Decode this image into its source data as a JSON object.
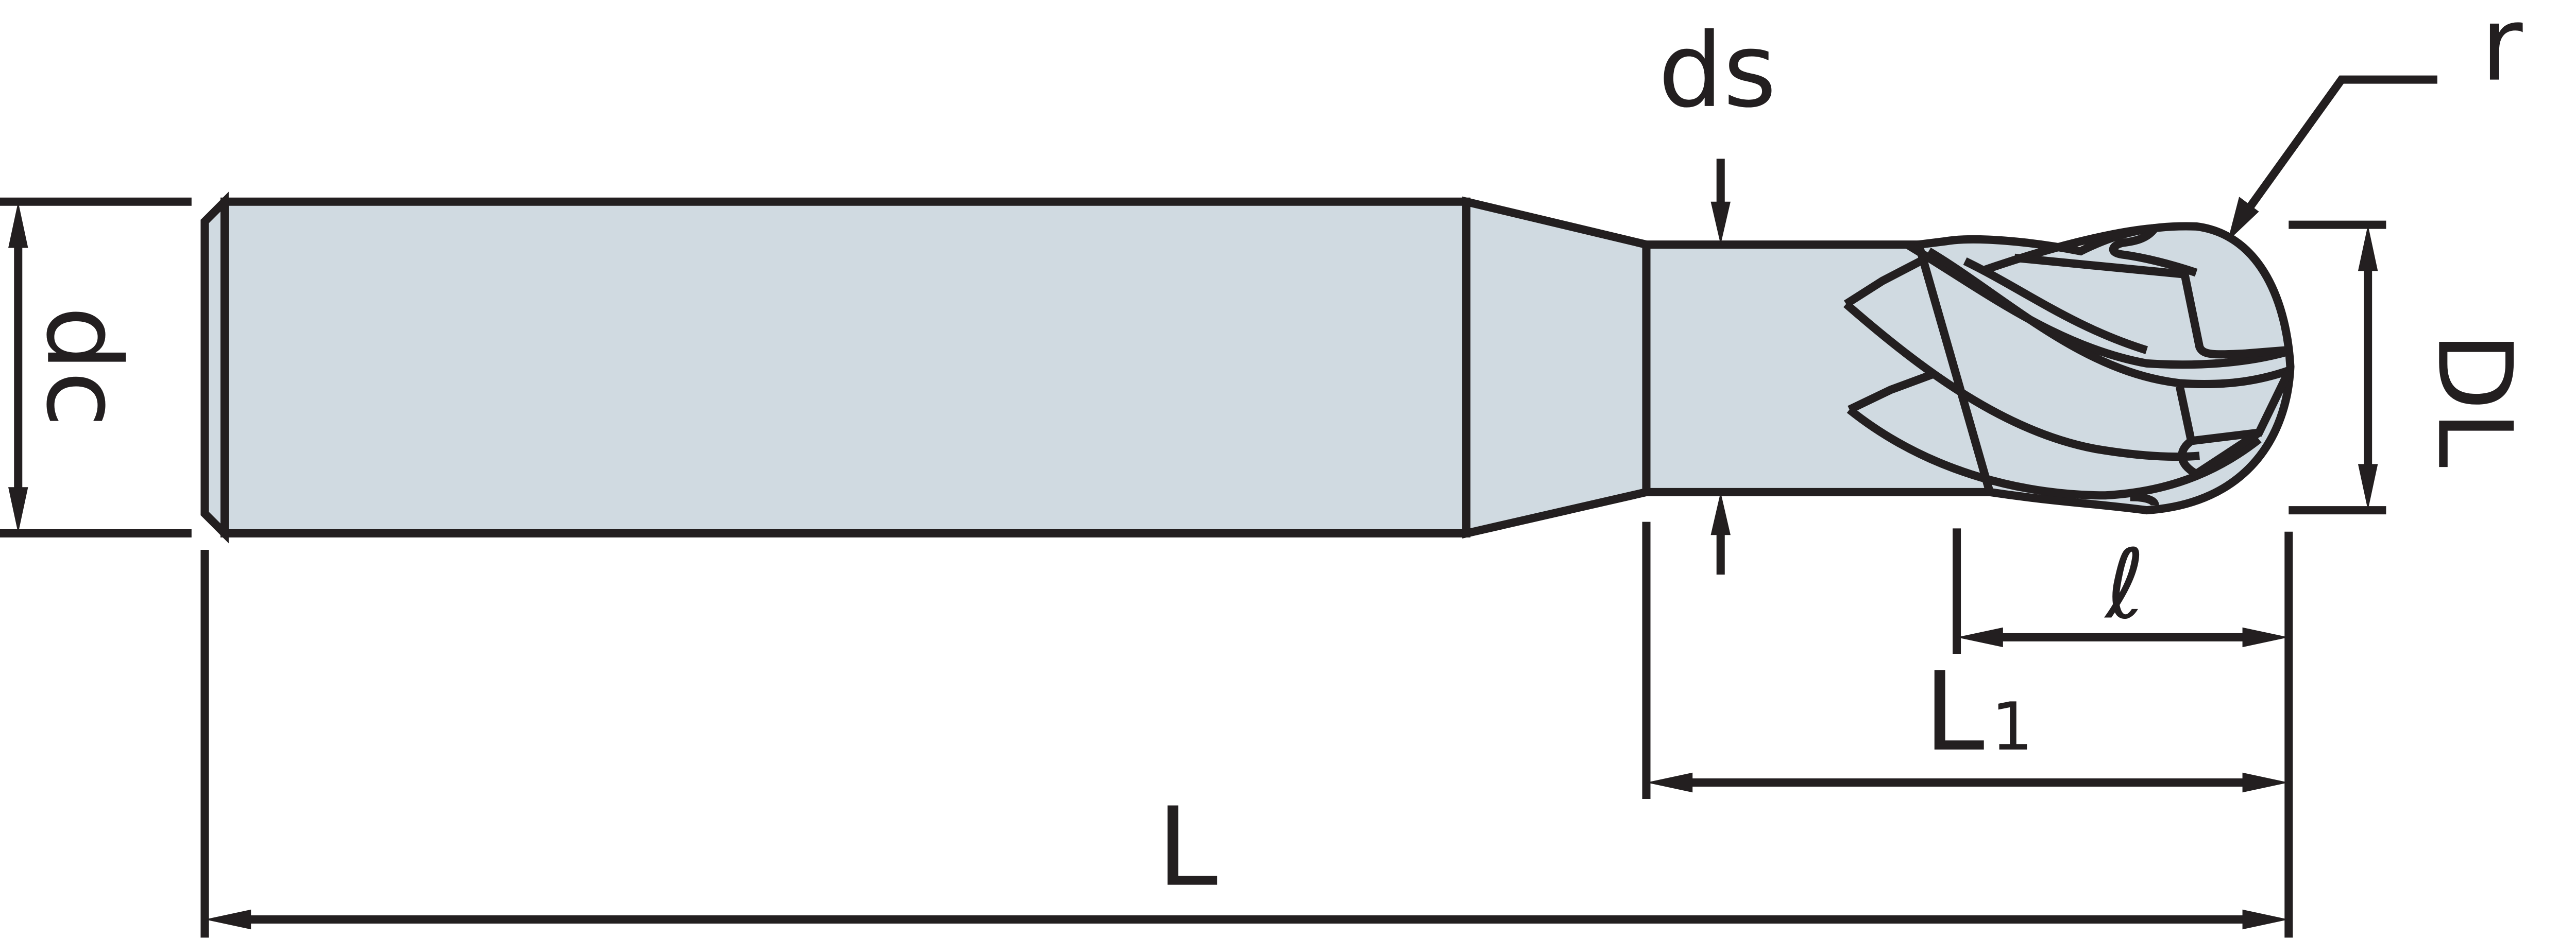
{
  "labels": {
    "dc": "dc",
    "ds": "ds",
    "r": "r",
    "dl": "DL",
    "l_flute": "ℓ",
    "l1_main": "L",
    "l1_sub": "1",
    "l_total": "L"
  },
  "colors": {
    "body_fill": "#d0dae1",
    "line": "#231f20",
    "background": "#ffffff"
  }
}
